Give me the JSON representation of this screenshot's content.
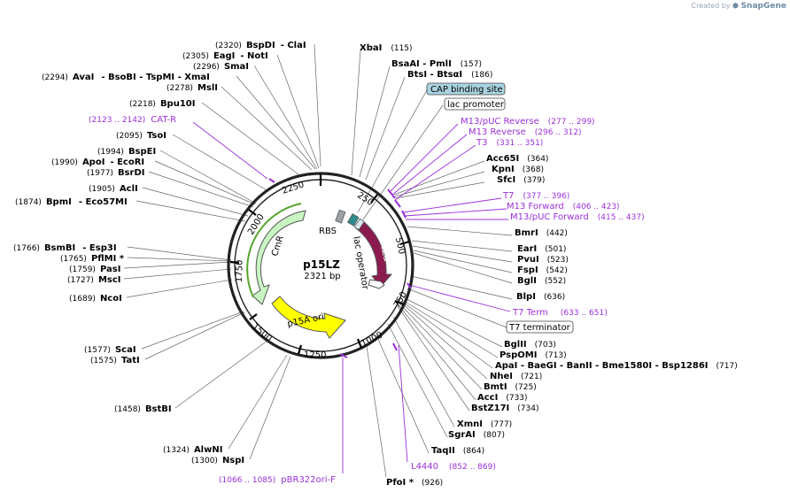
{
  "credit": {
    "text": "Created by",
    "brand": "SnapGene"
  },
  "plasmid": {
    "name": "p15LZ",
    "size_label": "2321 bp"
  },
  "colors": {
    "feature": "#9b30d9",
    "cmR": "#c8f5c2",
    "p15a": "#ffff00",
    "lacZa": "#8b1a4f",
    "cap_box": "#a9d3e0"
  },
  "ruler": [
    "250",
    "500",
    "750",
    "1000",
    "1250",
    "1500",
    "1750",
    "2000",
    "2250"
  ],
  "inner_features": {
    "cmr": "CmR",
    "p15a": "p15A ori",
    "lacza": "lacZα",
    "rbs": "RBS",
    "lac_operator": "lac operator"
  },
  "left_labels": [
    {
      "pos": "(2320)",
      "name": "BspDI",
      "suffix": "- ClaI"
    },
    {
      "pos": "(2305)",
      "name": "EagI",
      "suffix": "- NotI"
    },
    {
      "pos": "(2296)",
      "name": "SmaI",
      "suffix": ""
    },
    {
      "pos": "(2294)",
      "name": "AvaI",
      "suffix": "- BsoBI  - TspMI  - XmaI"
    },
    {
      "pos": "(2278)",
      "name": "MslI",
      "suffix": ""
    },
    {
      "pos": "(2218)",
      "name": "Bpu10I",
      "suffix": ""
    },
    {
      "pos": "(2095)",
      "name": "TsoI",
      "suffix": ""
    },
    {
      "pos": "(1994)",
      "name": "BspEI",
      "suffix": ""
    },
    {
      "pos": "(1990)",
      "name": "ApoI",
      "suffix": "- EcoRI"
    },
    {
      "pos": "(1977)",
      "name": "BsrDI",
      "suffix": ""
    },
    {
      "pos": "(1905)",
      "name": "AclI",
      "suffix": ""
    },
    {
      "pos": "(1874)",
      "name": "BpmI",
      "suffix": "- Eco57MI"
    },
    {
      "pos": "(1766)",
      "name": "BsmBI",
      "suffix": "- Esp3I"
    },
    {
      "pos": "(1765)",
      "name": "PflMI *",
      "suffix": ""
    },
    {
      "pos": "(1759)",
      "name": "PasI",
      "suffix": ""
    },
    {
      "pos": "(1727)",
      "name": "MscI",
      "suffix": ""
    },
    {
      "pos": "(1689)",
      "name": "NcoI",
      "suffix": ""
    },
    {
      "pos": "(1577)",
      "name": "ScaI",
      "suffix": ""
    },
    {
      "pos": "(1575)",
      "name": "TatI",
      "suffix": ""
    },
    {
      "pos": "(1458)",
      "name": "BstBI",
      "suffix": ""
    },
    {
      "pos": "(1324)",
      "name": "AlwNI",
      "suffix": ""
    },
    {
      "pos": "(1300)",
      "name": "NspI",
      "suffix": ""
    }
  ],
  "left_features": [
    {
      "range": "(2123 .. 2142)",
      "name": "CAT-R"
    },
    {
      "range": "(1066 .. 1085)",
      "name": "pBR322ori-F"
    }
  ],
  "right_labels": [
    {
      "name": "XbaI",
      "pos": "(115)"
    },
    {
      "name": "BsaAI - PmlI",
      "pos": "(157)"
    },
    {
      "name": "BtsI - BtsαI",
      "pos": "(186)"
    },
    {
      "name": "Acc65I",
      "pos": "(364)"
    },
    {
      "name": "KpnI",
      "pos": "(368)"
    },
    {
      "name": "SfcI",
      "pos": "(379)"
    },
    {
      "name": "BmrI",
      "pos": "(442)"
    },
    {
      "name": "EarI",
      "pos": "(501)"
    },
    {
      "name": "PvuI",
      "pos": "(523)"
    },
    {
      "name": "FspI",
      "pos": "(542)"
    },
    {
      "name": "BglI",
      "pos": "(552)"
    },
    {
      "name": "BlpI",
      "pos": "(636)"
    },
    {
      "name": "BglII",
      "pos": "(703)"
    },
    {
      "name": "PspOMI",
      "pos": "(713)"
    },
    {
      "name": "ApaI - BaeGI - BanII - Bme1580I - Bsp1286I",
      "pos": "(717)"
    },
    {
      "name": "NheI",
      "pos": "(721)"
    },
    {
      "name": "BmtI",
      "pos": "(725)"
    },
    {
      "name": "AccI",
      "pos": "(733)"
    },
    {
      "name": "BstZ17I",
      "pos": "(734)"
    },
    {
      "name": "XmnI",
      "pos": "(777)"
    },
    {
      "name": "SgrAI",
      "pos": "(807)"
    },
    {
      "name": "TaqII",
      "pos": "(864)"
    },
    {
      "name": "PfoI *",
      "pos": "(926)"
    }
  ],
  "right_features": [
    {
      "name": "M13/pUC Reverse",
      "range": "(277 .. 299)"
    },
    {
      "name": "M13 Reverse",
      "range": "(296 .. 312)"
    },
    {
      "name": "T3",
      "range": "(331 .. 351)"
    },
    {
      "name": "T7",
      "range": "(377 .. 396)"
    },
    {
      "name": "M13 Forward",
      "range": "(406 .. 423)"
    },
    {
      "name": "M13/pUC Forward",
      "range": "(415 .. 437)"
    },
    {
      "name": "T7 Term",
      "range": "(633 .. 651)"
    },
    {
      "name": "L4440",
      "range": "(852 .. 869)"
    }
  ],
  "boxed_labels": {
    "cap": "CAP binding site",
    "lac_promoter": "lac promoter",
    "t7_terminator": "T7 terminator"
  }
}
